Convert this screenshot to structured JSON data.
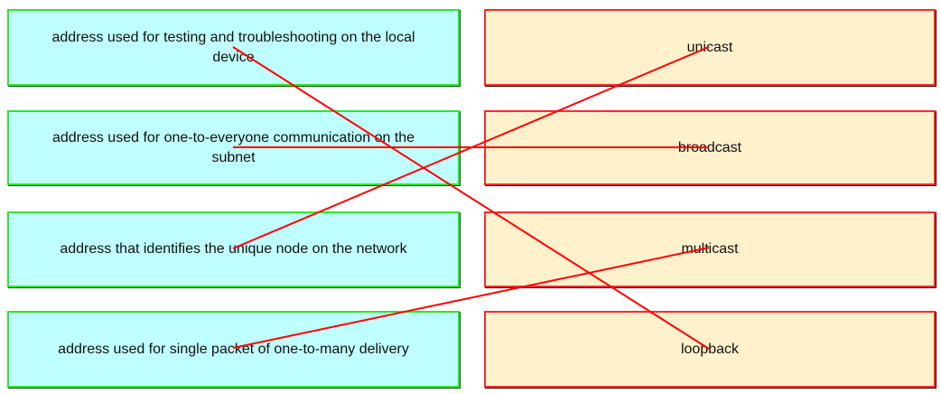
{
  "descriptions": [
    {
      "text": "address used for testing and troubleshooting on the local device"
    },
    {
      "text": "address used for one-to-everyone communication on the subnet"
    },
    {
      "text": "address that identifies the unique node on the network"
    },
    {
      "text": "address used for single packet of one-to-many delivery"
    }
  ],
  "terms": [
    {
      "text": "unicast"
    },
    {
      "text": "broadcast"
    },
    {
      "text": "multicast"
    },
    {
      "text": "loopback"
    }
  ],
  "connections": [
    {
      "from": 0,
      "to": 3
    },
    {
      "from": 1,
      "to": 1
    },
    {
      "from": 2,
      "to": 0
    },
    {
      "from": 3,
      "to": 2
    }
  ],
  "colors": {
    "description_fill": "#c0ffff",
    "description_border": "#2ee62e",
    "term_fill": "#fff1cc",
    "term_border": "#ff2a2a",
    "line": "#ff0000"
  }
}
